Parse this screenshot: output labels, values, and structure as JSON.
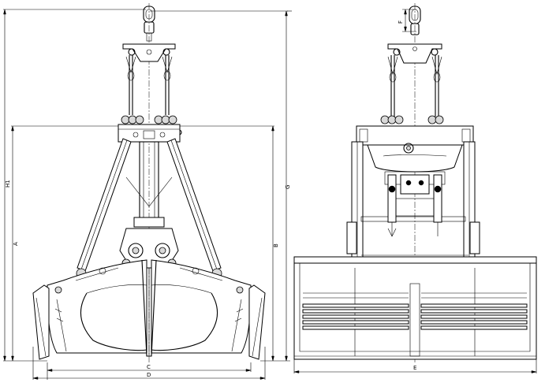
{
  "drawing": {
    "front_view": {
      "dim_labels": {
        "h1": "H1",
        "a": "A",
        "b": "B",
        "c": "C",
        "d": "D"
      }
    },
    "side_view": {
      "dim_labels": {
        "f": "F",
        "g": "G",
        "e": "E"
      }
    }
  }
}
